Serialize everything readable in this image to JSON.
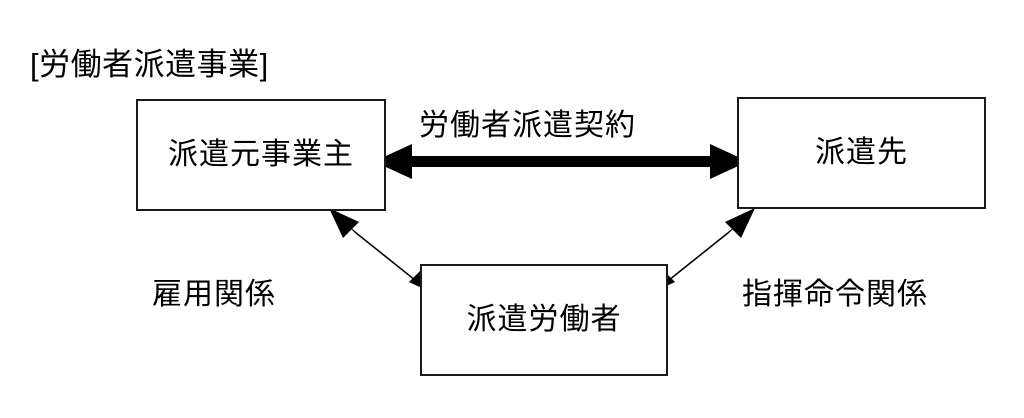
{
  "diagram": {
    "title": "[労働者派遣事業]",
    "type": "relationship-diagram",
    "background_color": "#ffffff",
    "line_color": "#1a1a1a",
    "text_color": "#000000",
    "nodes": [
      {
        "id": "agency",
        "label": "派遣元事業主",
        "position": "top-left"
      },
      {
        "id": "client",
        "label": "派遣先",
        "position": "top-right"
      },
      {
        "id": "worker",
        "label": "派遣労働者",
        "position": "bottom-center"
      }
    ],
    "edges": [
      {
        "id": "contract",
        "label": "労働者派遣契約",
        "from": "agency",
        "to": "client",
        "arrow": "double",
        "orientation": "horizontal"
      },
      {
        "id": "employment",
        "label": "雇用関係",
        "from": "agency",
        "to": "worker",
        "arrow": "double",
        "orientation": "diagonal-left"
      },
      {
        "id": "command",
        "label": "指揮命令関係",
        "from": "client",
        "to": "worker",
        "arrow": "double",
        "orientation": "diagonal-right"
      }
    ]
  }
}
